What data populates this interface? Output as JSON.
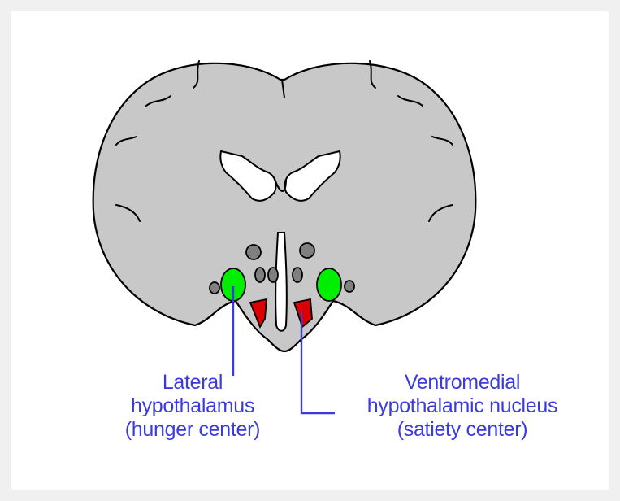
{
  "labels": {
    "lateral": {
      "line1": "Lateral",
      "line2": "hypothalamus",
      "line3": "(hunger center)"
    },
    "ventromedial": {
      "line1": "Ventromedial",
      "line2": "hypothalamic nucleus",
      "line3": "(satiety center)"
    }
  },
  "colors": {
    "background": "#f0f0f0",
    "canvas": "#ffffff",
    "brain_tissue": "#c8c8c8",
    "outline": "#000000",
    "nuclei_gray": "#808080",
    "lateral_hypothalamus": "#00ee00",
    "ventromedial_nucleus": "#dd0000",
    "label_text": "#3a3ae0"
  }
}
